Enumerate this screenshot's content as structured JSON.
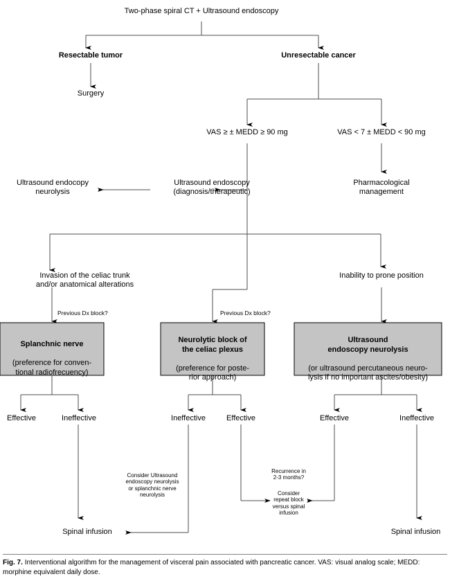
{
  "figure": {
    "caption_prefix": "Fig. 7.",
    "caption_text": "Interventional algorithm for the management of visceral pain associated with pancreatic cancer. VAS: visual analog scale; MEDD: morphine equivalent daily dose."
  },
  "style": {
    "box_fill": "#c4c4c4",
    "box_stroke": "#000000",
    "line_color": "#4d4d4d",
    "arrow_color": "#000000",
    "text_color": "#000000",
    "background": "#ffffff"
  },
  "nodes": {
    "root": "Two-phase spiral CT + Ultrasound endoscopy",
    "resectable": "Resectable tumor",
    "unresectable": "Unresectable cancer",
    "surgery": "Surgery",
    "vas_high": "VAS ≥ ± MEDD ≥ 90 mg",
    "vas_low": "VAS < 7 ± MEDD < 90 mg",
    "us_endoscopy_diag": "Ultrasound endoscopy\n(diagnosis/therapeutic)",
    "us_endocopy_neuro": "Ultrasound endocopy\nneurolysis",
    "pharmacological": "Pharmacological\nmanagement",
    "invasion": "Invasion of the celiac trunk\nand/or anatomical alterations",
    "inability": "Inability to prone position",
    "prev_dx_left": "Previous Dx block?",
    "prev_dx_mid": "Previous Dx block?",
    "box_splanchnic_title": "Splanchnic nerve",
    "box_splanchnic_body": "(preference for conven-\ntional radiofrecuency)",
    "box_neurolytic_title": "Neurolytic block of\nthe celiac plexus",
    "box_neurolytic_body": "(preference for poste-\nrior approach)",
    "box_usneuro_title": "Ultrasound\nendoscopy neurolysis",
    "box_usneuro_body": "(or ultrasound percutaneous neuro-\nlysis if no important ascites/obesity)",
    "eff_1": "Effective",
    "ineff_1": "Ineffective",
    "ineff_2": "Ineffective",
    "eff_2": "Effective",
    "eff_3": "Effective",
    "ineff_3": "Ineffective",
    "consider_us": "Consider Ultrasound\nendoscopy neurolysis\nor splanchnic nerve\nneurolysis",
    "recurrence": "Recurrence in\n2-3 months?",
    "consider_repeat": "Consider\nrepeat block\nversus spinal\ninfusion",
    "spinal_left": "Spinal infusion",
    "spinal_right": "Spinal infusion"
  }
}
